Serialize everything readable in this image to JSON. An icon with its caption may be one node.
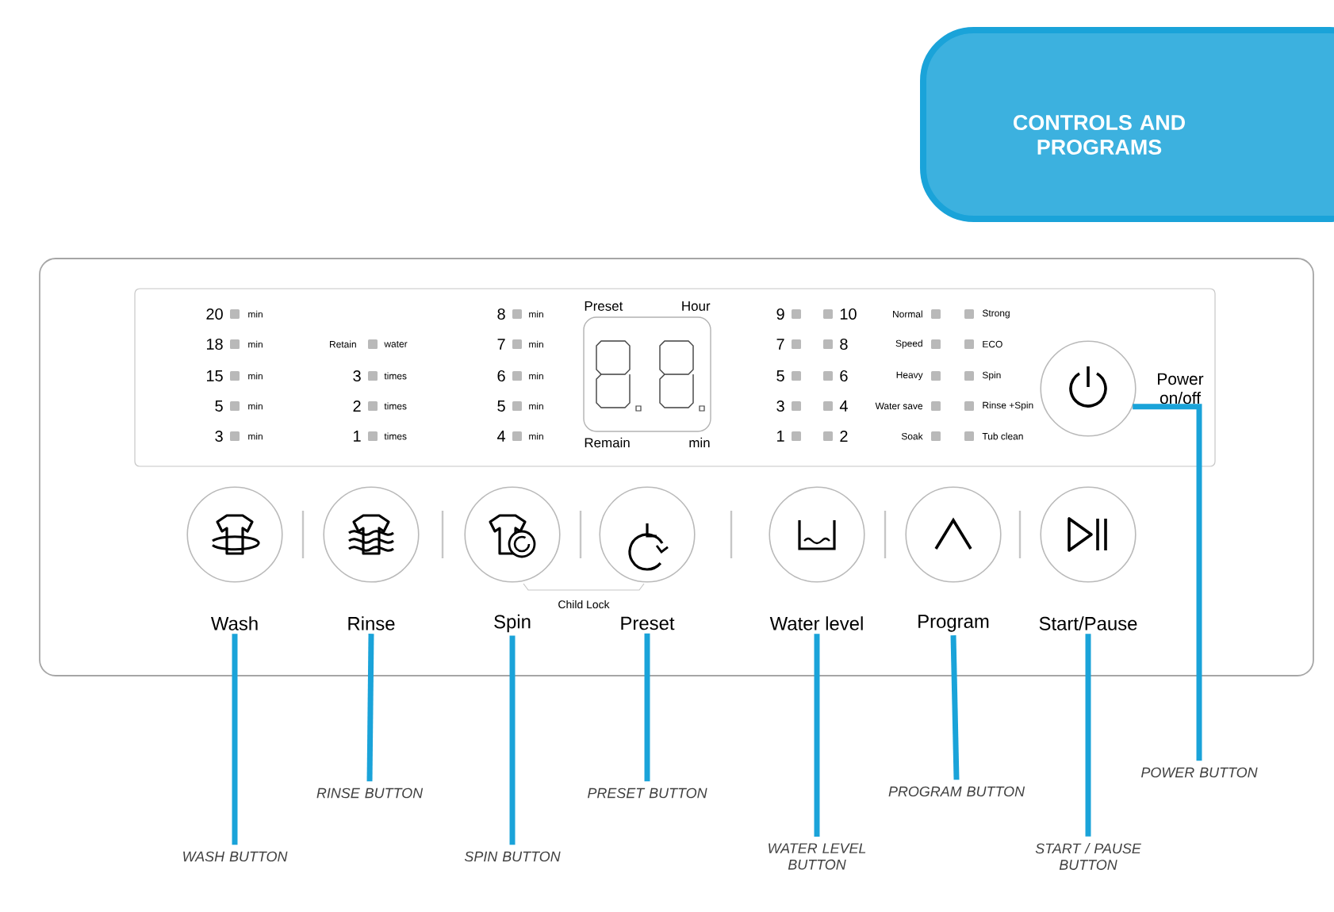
{
  "diagram": {
    "title": "CONTROLS AND PROGRAMS",
    "nodes": [
      {
        "text": [
          "Wash"
        ]
      },
      {
        "text": [
          "Rinse"
        ]
      },
      {
        "text": [
          "Spin"
        ]
      },
      {
        "text": [
          "Preset"
        ]
      },
      {
        "text": [
          "Water level"
        ]
      },
      {
        "text": [
          "Program"
        ]
      },
      {
        "text": [
          "Start/Pause"
        ]
      },
      {
        "text": [
          "Power on/off"
        ]
      },
      {
        "text": [
          "RINSE BUTTON"
        ]
      },
      {
        "text": [
          "PRESET BUTTON"
        ]
      },
      {
        "text": [
          "POWER BUTTON"
        ]
      },
      {
        "text": [
          "PROGRAM BUTTON"
        ]
      },
      {
        "text": [
          "WASH BUTTON"
        ]
      },
      {
        "text": [
          "SPIN BUTTON"
        ]
      },
      {
        "text": [
          "WATER LEVEL BUTTON"
        ]
      },
      {
        "text": [
          "START / PAUSE BUTTON"
        ]
      }
    ],
    "edges": [
      {
        "from": 12,
        "to": 0,
        "arrow": "none"
      },
      {
        "from": 8,
        "to": 1,
        "arrow": "none"
      },
      {
        "from": 13,
        "to": 2,
        "arrow": "none"
      },
      {
        "from": 9,
        "to": 3,
        "arrow": "none"
      },
      {
        "from": 14,
        "to": 4,
        "arrow": "none"
      },
      {
        "from": 11,
        "to": 5,
        "arrow": "none"
      },
      {
        "from": 15,
        "to": 6,
        "arrow": "none"
      },
      {
        "from": 10,
        "to": 7,
        "arrow": "none"
      }
    ],
    "labels": [
      "20",
      "min",
      "8",
      "min",
      "Preset",
      "Hour",
      "9",
      "10",
      "Normal",
      "Strong",
      "18",
      "min",
      "Retain",
      "water",
      "7",
      "min",
      "7",
      "8",
      "Speed",
      "ECO",
      "15",
      "min",
      "3",
      "times",
      "6",
      "min",
      "5",
      "6",
      "Heavy",
      "Spin",
      "5",
      "min",
      "2",
      "times",
      "5",
      "min",
      "3",
      "4",
      "Water save",
      "Rinse +Spin",
      "3",
      "min",
      "1",
      "times",
      "4",
      "min",
      "Remain",
      "min",
      "1",
      "2",
      "Soak",
      "Tub clean",
      "Child Lock"
    ]
  }
}
